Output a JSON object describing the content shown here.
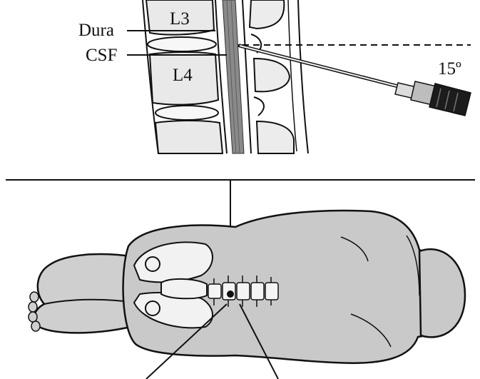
{
  "labels": {
    "dura": "Dura",
    "csf": "CSF",
    "l3": "L3",
    "l4": "L4",
    "angle": "15º"
  },
  "colors": {
    "ink": "#111111",
    "skin": "#c9c9c9",
    "bone": "#f2f2f2",
    "cord": "#8a8a8a"
  }
}
